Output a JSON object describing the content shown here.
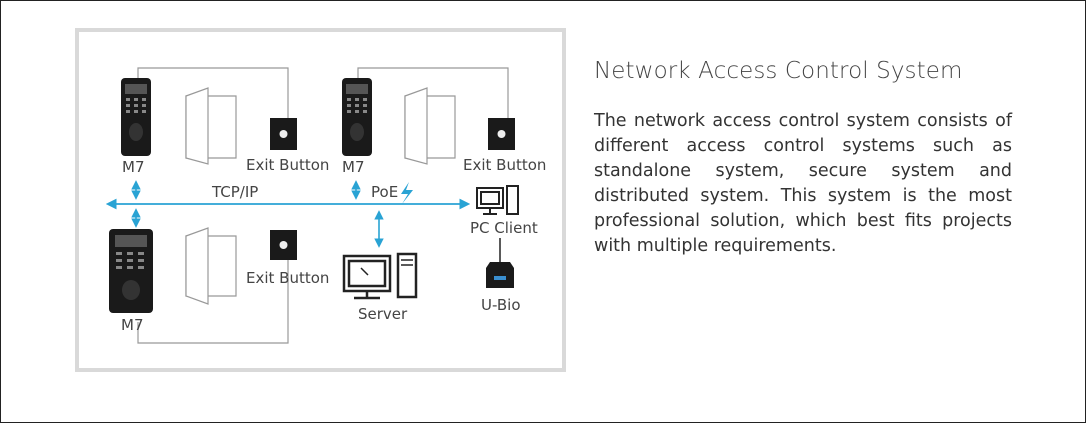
{
  "diagram": {
    "labels": {
      "m7": "M7",
      "exit_button": "Exit Button",
      "tcp_ip": "TCP/IP",
      "poe": "PoE",
      "pc_client": "PC Client",
      "server": "Server",
      "u_bio": "U-Bio"
    },
    "colors": {
      "network": "#29a3d4",
      "device": "#1a1a1a",
      "line": "#999999"
    }
  },
  "text": {
    "title": "Network Access Control System",
    "description": "The network access control system consists of different access control systems such as standalone system, secure system and distributed system. This system is the most professional solution, which best fits projects with multiple requirements."
  }
}
